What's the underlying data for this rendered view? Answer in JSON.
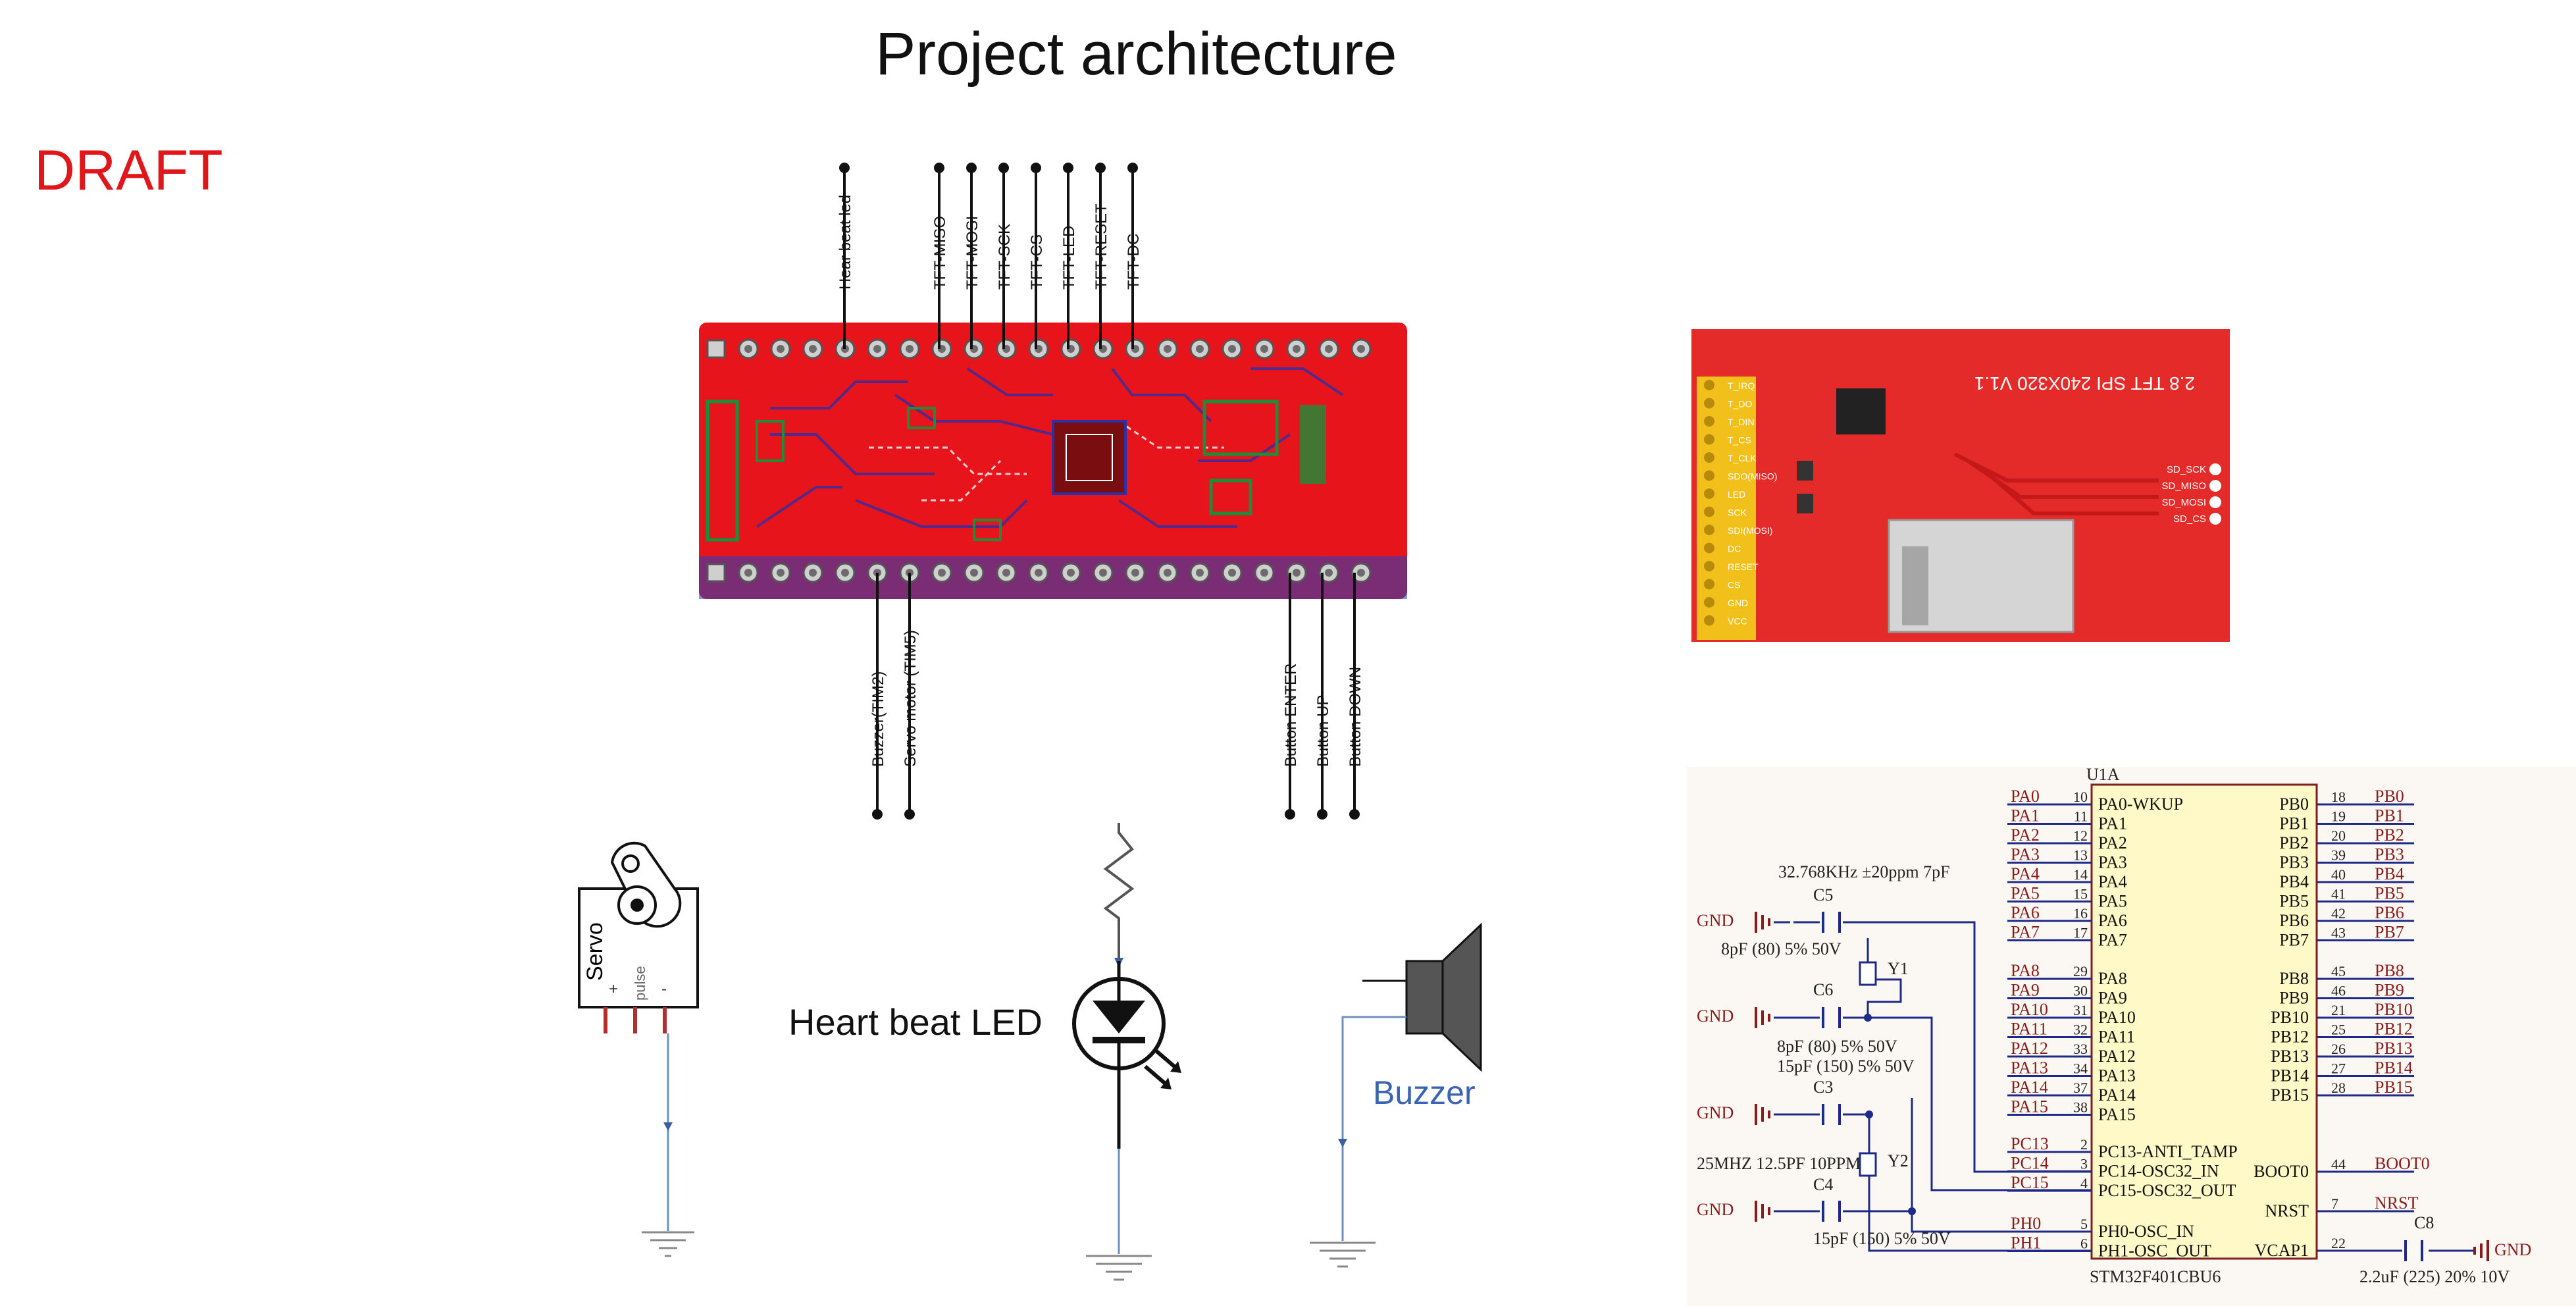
{
  "title": "Project architecture",
  "draft_label": "DRAFT",
  "top_signals": [
    "Hear beat led",
    "TFT-MISO",
    "TFT-MOSI",
    "TFT-SCK",
    "TFT-CS",
    "TFT-LED",
    "TFT-RESET",
    "TFT-DC"
  ],
  "bottom_signals_left": [
    "Buzzer(TIM2)",
    "Servo motor (TIM5)"
  ],
  "bottom_signals_right": [
    "Button ENTER",
    "Button UP",
    "Button DOWN"
  ],
  "servo": {
    "label": "Servo",
    "pins": [
      "+",
      "pulse",
      "-"
    ]
  },
  "led_label": "Heart beat LED",
  "buzzer_label": "Buzzer",
  "tft_board": {
    "title": "2.8 TFT SPI 240X320 V1.1",
    "left_pins": [
      "T_IRQ",
      "T_DO",
      "T_DIN",
      "T_CS",
      "T_CLK",
      "SDO(MISO)",
      "LED",
      "SCK",
      "SDI(MOSI)",
      "DC",
      "RESET",
      "CS",
      "GND",
      "VCC"
    ],
    "right_pins": [
      "SD_SCK",
      "SD_MISO",
      "SD_MOSI",
      "SD_CS"
    ]
  },
  "schematic": {
    "ref": "U1A",
    "part": "STM32F401CBU6",
    "left_pins_a": [
      {
        "net": "PA0",
        "num": "10",
        "name": "PA0-WKUP"
      },
      {
        "net": "PA1",
        "num": "11",
        "name": "PA1"
      },
      {
        "net": "PA2",
        "num": "12",
        "name": "PA2"
      },
      {
        "net": "PA3",
        "num": "13",
        "name": "PA3"
      },
      {
        "net": "PA4",
        "num": "14",
        "name": "PA4"
      },
      {
        "net": "PA5",
        "num": "15",
        "name": "PA5"
      },
      {
        "net": "PA6",
        "num": "16",
        "name": "PA6"
      },
      {
        "net": "PA7",
        "num": "17",
        "name": "PA7"
      }
    ],
    "left_pins_b": [
      {
        "net": "PA8",
        "num": "29",
        "name": "PA8"
      },
      {
        "net": "PA9",
        "num": "30",
        "name": "PA9"
      },
      {
        "net": "PA10",
        "num": "31",
        "name": "PA10"
      },
      {
        "net": "PA11",
        "num": "32",
        "name": "PA11"
      },
      {
        "net": "PA12",
        "num": "33",
        "name": "PA12"
      },
      {
        "net": "PA13",
        "num": "34",
        "name": "PA13"
      },
      {
        "net": "PA14",
        "num": "37",
        "name": "PA14"
      },
      {
        "net": "PA15",
        "num": "38",
        "name": "PA15"
      }
    ],
    "left_pins_c": [
      {
        "net": "PC13",
        "num": "2",
        "name": "PC13-ANTI_TAMP"
      },
      {
        "net": "PC14",
        "num": "3",
        "name": "PC14-OSC32_IN"
      },
      {
        "net": "PC15",
        "num": "4",
        "name": "PC15-OSC32_OUT"
      }
    ],
    "left_pins_d": [
      {
        "net": "PH0",
        "num": "5",
        "name": "PH0-OSC_IN"
      },
      {
        "net": "PH1",
        "num": "6",
        "name": "PH1-OSC_OUT"
      }
    ],
    "right_pins_a": [
      {
        "net": "PB0",
        "num": "18",
        "name": "PB0"
      },
      {
        "net": "PB1",
        "num": "19",
        "name": "PB1"
      },
      {
        "net": "PB2",
        "num": "20",
        "name": "PB2"
      },
      {
        "net": "PB3",
        "num": "39",
        "name": "PB3"
      },
      {
        "net": "PB4",
        "num": "40",
        "name": "PB4"
      },
      {
        "net": "PB5",
        "num": "41",
        "name": "PB5"
      },
      {
        "net": "PB6",
        "num": "42",
        "name": "PB6"
      },
      {
        "net": "PB7",
        "num": "43",
        "name": "PB7"
      }
    ],
    "right_pins_b": [
      {
        "net": "PB8",
        "num": "45",
        "name": "PB8"
      },
      {
        "net": "PB9",
        "num": "46",
        "name": "PB9"
      },
      {
        "net": "PB10",
        "num": "21",
        "name": "PB10"
      },
      {
        "net": "PB12",
        "num": "25",
        "name": "PB12"
      },
      {
        "net": "PB13",
        "num": "26",
        "name": "PB13"
      },
      {
        "net": "PB14",
        "num": "27",
        "name": "PB14"
      },
      {
        "net": "PB15",
        "num": "28",
        "name": "PB15"
      }
    ],
    "right_pins_c": [
      {
        "net": "BOOT0",
        "num": "44",
        "name": "BOOT0"
      },
      {
        "net": "NRST",
        "num": "7",
        "name": "NRST"
      },
      {
        "net": "",
        "num": "22",
        "name": "VCAP1"
      }
    ],
    "gnd": "GND",
    "crystal1": "32.768KHz ±20ppm 7pF",
    "crystal2": "25MHZ 12.5PF 10PPM",
    "y1": "Y1",
    "y2": "Y2",
    "c5": "C5",
    "c5_val": "8pF (80) 5% 50V",
    "c6": "C6",
    "c6_val": "8pF (80) 5% 50V",
    "c3": "C3",
    "c3_val": "15pF (150) 5% 50V",
    "c4": "C4",
    "c4_val": "15pF (150) 5% 50V",
    "c8": "C8",
    "c8_val": "2.2uF (225) 20% 10V"
  }
}
